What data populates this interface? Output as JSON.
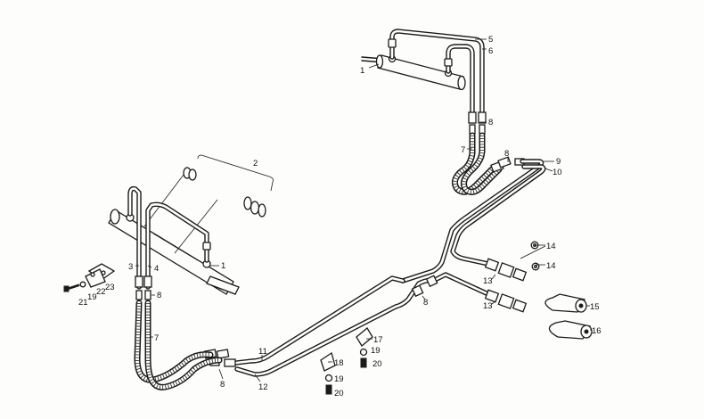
{
  "figure": {
    "callouts": [
      {
        "id": "c1a",
        "text": "1"
      },
      {
        "id": "c5",
        "text": "5"
      },
      {
        "id": "c6",
        "text": "6"
      },
      {
        "id": "c8a",
        "text": "8"
      },
      {
        "id": "c7a",
        "text": "7"
      },
      {
        "id": "c8b",
        "text": "8"
      },
      {
        "id": "c9",
        "text": "9"
      },
      {
        "id": "c10",
        "text": "10"
      },
      {
        "id": "c2",
        "text": "2"
      },
      {
        "id": "c1b",
        "text": "1"
      },
      {
        "id": "c3",
        "text": "3"
      },
      {
        "id": "c4",
        "text": "4"
      },
      {
        "id": "c8c",
        "text": "8"
      },
      {
        "id": "c7b",
        "text": "7"
      },
      {
        "id": "c21",
        "text": "21"
      },
      {
        "id": "c19a",
        "text": "19"
      },
      {
        "id": "c22",
        "text": "22"
      },
      {
        "id": "c23",
        "text": "23"
      },
      {
        "id": "c8d",
        "text": "8"
      },
      {
        "id": "c11",
        "text": "11"
      },
      {
        "id": "c12",
        "text": "12"
      },
      {
        "id": "c18",
        "text": "18"
      },
      {
        "id": "c19b",
        "text": "19"
      },
      {
        "id": "c20a",
        "text": "20"
      },
      {
        "id": "c17",
        "text": "17"
      },
      {
        "id": "c19c",
        "text": "19"
      },
      {
        "id": "c20b",
        "text": "20"
      },
      {
        "id": "c8e",
        "text": "8"
      },
      {
        "id": "c14a",
        "text": "14"
      },
      {
        "id": "c14b",
        "text": "14"
      },
      {
        "id": "c13a",
        "text": "13"
      },
      {
        "id": "c13b",
        "text": "13"
      },
      {
        "id": "c15",
        "text": "15"
      },
      {
        "id": "c16",
        "text": "16"
      }
    ]
  }
}
